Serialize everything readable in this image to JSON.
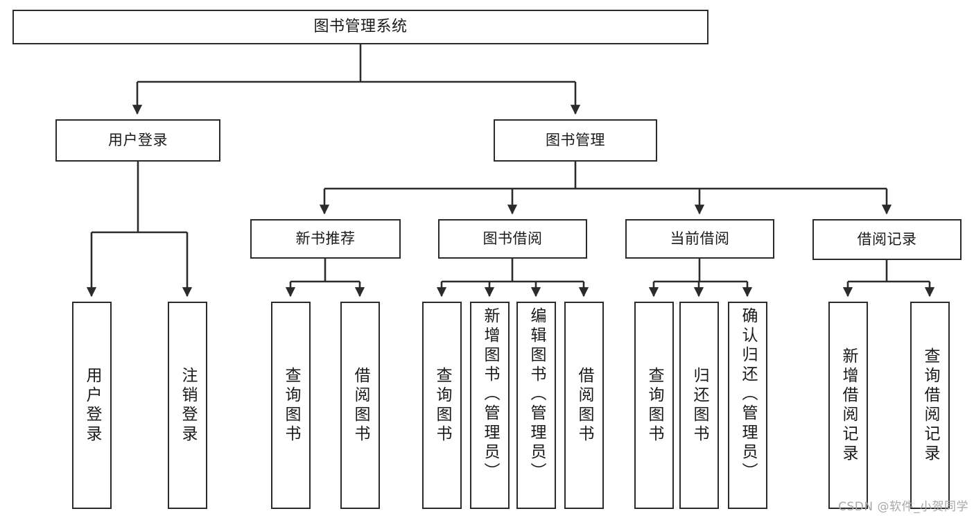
{
  "diagram": {
    "title": "图书管理系统",
    "watermark": "CSDN @软件_小贺同学",
    "colors": {
      "stroke": "#2b2b2b",
      "fill": "#ffffff",
      "text": "#1a1a1a",
      "watermark": "#a8a8a8"
    },
    "levels": {
      "root": "图书管理系统",
      "level1": [
        "用户登录",
        "图书管理"
      ],
      "level2": [
        "新书推荐",
        "图书借阅",
        "当前借阅",
        "借阅记录"
      ]
    },
    "nodes": {
      "root": {
        "label": "图书管理系统"
      },
      "user_login": {
        "label": "用户登录"
      },
      "book_manage": {
        "label": "图书管理"
      },
      "new_book_rec": {
        "label": "新书推荐"
      },
      "book_borrow": {
        "label": "图书借阅"
      },
      "current_borrow": {
        "label": "当前借阅"
      },
      "borrow_record": {
        "label": "借阅记录"
      },
      "leaf_user_login": {
        "label": "用户登录"
      },
      "leaf_logout": {
        "label": "注销登录"
      },
      "leaf_query_book_1": {
        "label": "查询图书"
      },
      "leaf_borrow_book_1": {
        "label": "借阅图书"
      },
      "leaf_query_book_2": {
        "label": "查询图书"
      },
      "leaf_add_book": {
        "label": "新增图书（管理员）"
      },
      "leaf_edit_book": {
        "label": "编辑图书（管理员）"
      },
      "leaf_borrow_book_2": {
        "label": "借阅图书"
      },
      "leaf_query_book_3": {
        "label": "查询图书"
      },
      "leaf_return_book": {
        "label": "归还图书"
      },
      "leaf_confirm_return": {
        "label": "确认归还（管理员）"
      },
      "leaf_add_record": {
        "label": "新增借阅记录"
      },
      "leaf_query_record": {
        "label": "查询借阅记录"
      }
    }
  }
}
